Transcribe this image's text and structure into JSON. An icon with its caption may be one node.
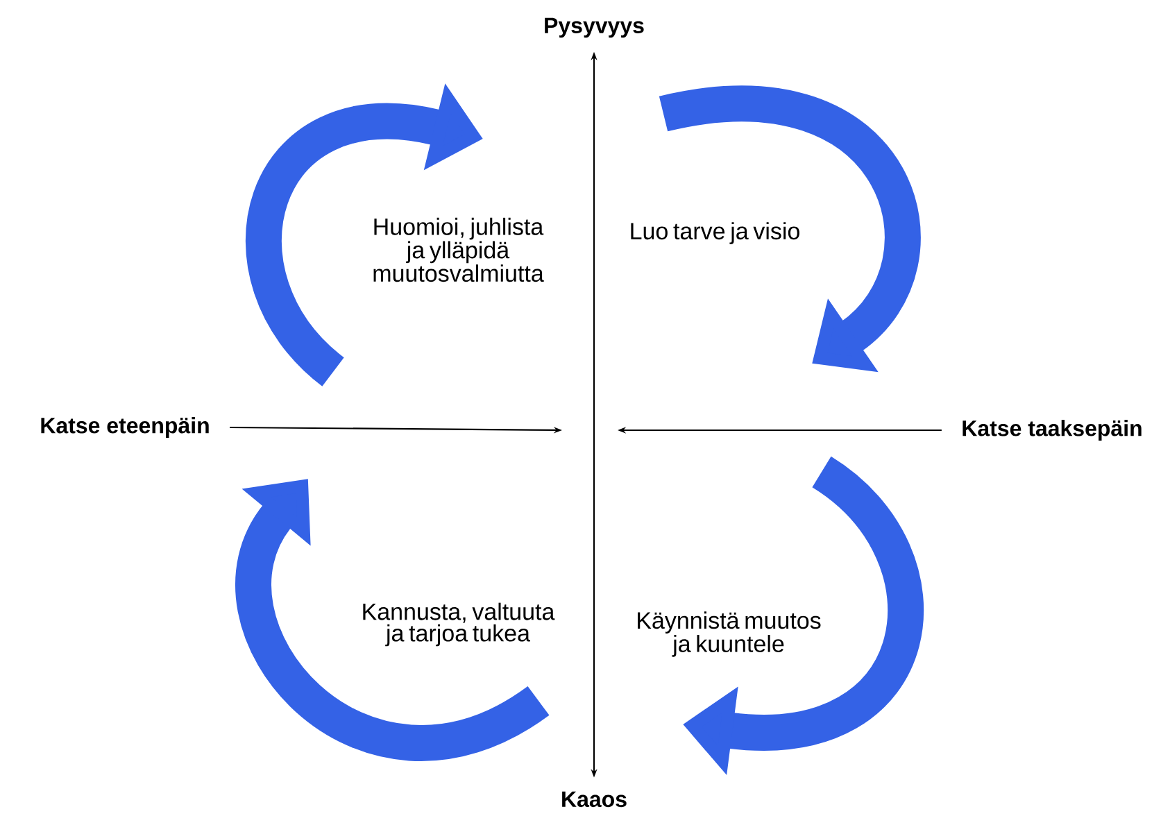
{
  "diagram": {
    "nodes": [
      {
        "text": [
          "Pysyvyys"
        ]
      },
      {
        "text": [
          "Katse eteenpäin"
        ]
      },
      {
        "text": [
          "Katse taaksepäin"
        ]
      },
      {
        "text": [
          "Kaaos"
        ]
      }
    ],
    "edges": [
      {
        "from": 3,
        "to": 0,
        "arrow": "both"
      },
      {
        "from": 1,
        "to": null,
        "arrow": "to"
      },
      {
        "from": 2,
        "to": null,
        "arrow": "to"
      }
    ],
    "labels": [
      "Huomioi, juhlista ja ylläpidä muutosvalmiutta",
      "Luo tarve ja visio",
      "Kannusta, valtuuta ja tarjoa tukea",
      "Käynnistä muutos ja kuuntele"
    ]
  }
}
